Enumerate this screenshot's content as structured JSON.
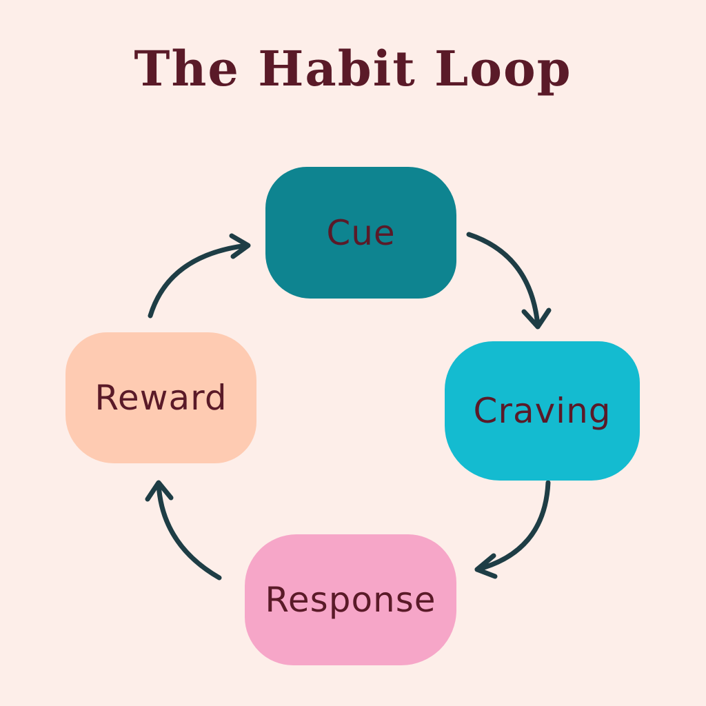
{
  "title": "The Habit Loop",
  "nodes": {
    "cue": {
      "label": "Cue",
      "color": "#0e8490"
    },
    "craving": {
      "label": "Craving",
      "color": "#14bbd0"
    },
    "response": {
      "label": "Response",
      "color": "#f6a6c8"
    },
    "reward": {
      "label": "Reward",
      "color": "#fecbb2"
    }
  },
  "colors": {
    "background": "#fdeee9",
    "text": "#5a1a28",
    "arrow": "#1e3d45"
  }
}
